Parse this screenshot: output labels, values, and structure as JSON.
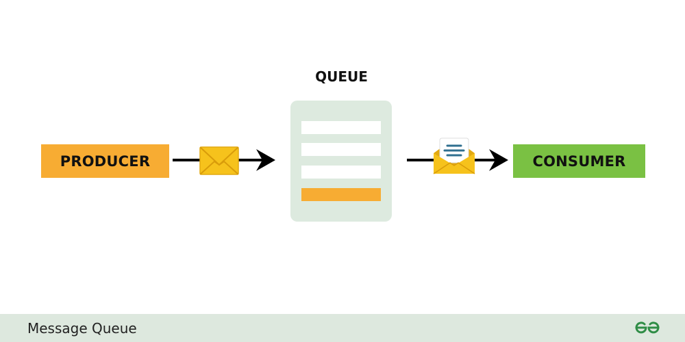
{
  "diagram": {
    "producer_label": "PRODUCER",
    "queue_title": "QUEUE",
    "consumer_label": "CONSUMER"
  },
  "footer": {
    "caption": "Message Queue",
    "logo_icon": "gfg-logo-icon"
  },
  "colors": {
    "producer": "#f7ac33",
    "consumer": "#7ac143",
    "queue_bg": "#ddeadf",
    "queue_slot": "#ffffff",
    "queue_slot_active": "#f7ac33",
    "envelope": "#f6c21c",
    "envelope_dark": "#e2a911",
    "arrow": "#000000",
    "footer_bg": "#dde8de",
    "logo": "#2f8d46"
  }
}
